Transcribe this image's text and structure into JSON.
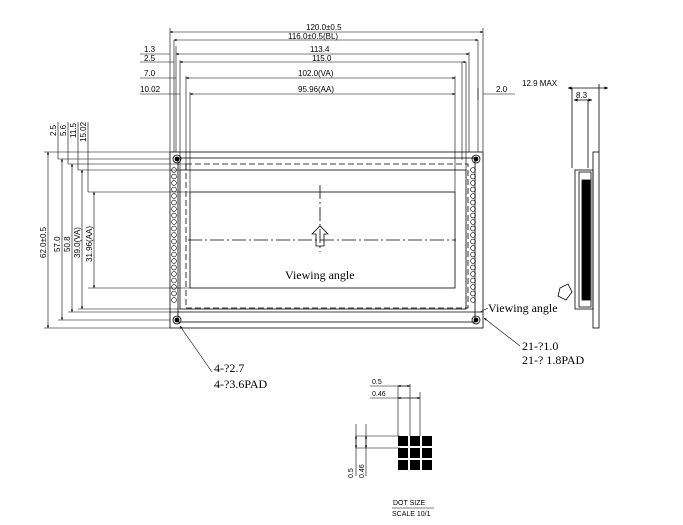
{
  "dimensions_top": {
    "overall_width": "120.0±0.5",
    "bl_width": "116.0±0.5(BL)",
    "left_offset_1": "1.3",
    "left_offset_2": "2.5",
    "left_offset_3": "7.0",
    "left_offset_4": "10.02",
    "hole_spacing": "113.4",
    "pcb_inner": "115.0",
    "va_width": "102.0(VA)",
    "aa_width": "95.96(AA)",
    "right_margin": "2.0"
  },
  "dimensions_left": {
    "top_1": "2.5",
    "top_2": "5.6",
    "top_3": "11.5",
    "top_4": "15.02",
    "overall_height": "62.0±0.5",
    "hole_height": "57.0",
    "bl_height": "50.8",
    "va_height": "39.0(VA)",
    "aa_height": "31.96(AA)"
  },
  "dimensions_side": {
    "thickness_max": "12.9 MAX",
    "module_thickness": "8.3"
  },
  "labels": {
    "viewing_angle_front": "Viewing angle",
    "viewing_angle_side": "Viewing angle",
    "mount_hole_1": "4-?2.7",
    "mount_hole_2": "4-?3.6PAD",
    "pin_hole_1": "21-?1.0",
    "pin_hole_2": "21-? 1.8PAD"
  },
  "dot_detail": {
    "pitch": "0.5",
    "dot": "0.46",
    "v_pitch": "0.5",
    "v_dot": "0.46",
    "title": "DOT SIZE",
    "scale": "SCALE 10/1"
  }
}
